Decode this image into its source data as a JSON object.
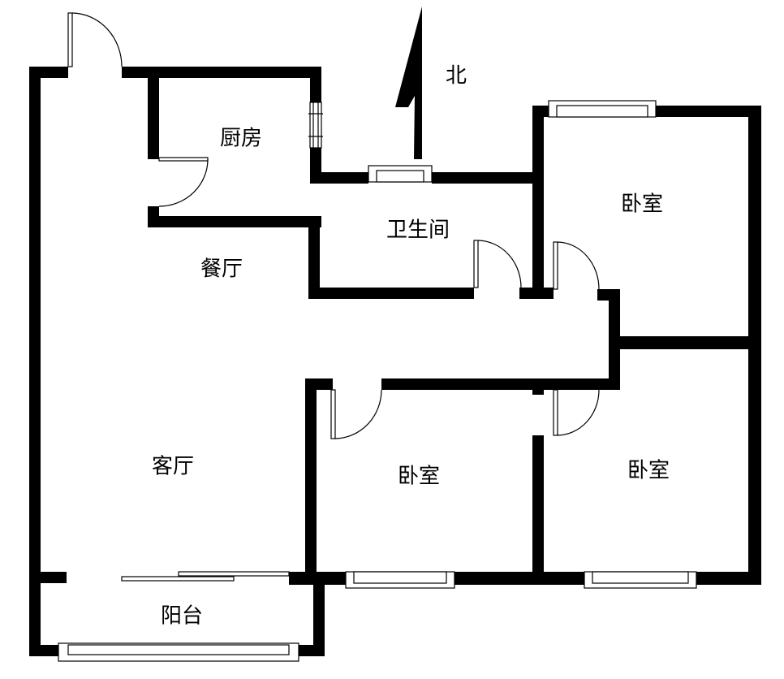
{
  "rooms": {
    "kitchen": "厨房",
    "bathroom": "卫生间",
    "dining": "餐厅",
    "living": "客厅",
    "balcony": "阳台",
    "bedroom_ne": "卧室",
    "bedroom_se": "卧室",
    "bedroom_s": "卧室"
  },
  "compass": {
    "label": "北"
  },
  "colors": {
    "wall": "#000000",
    "background": "#ffffff"
  }
}
